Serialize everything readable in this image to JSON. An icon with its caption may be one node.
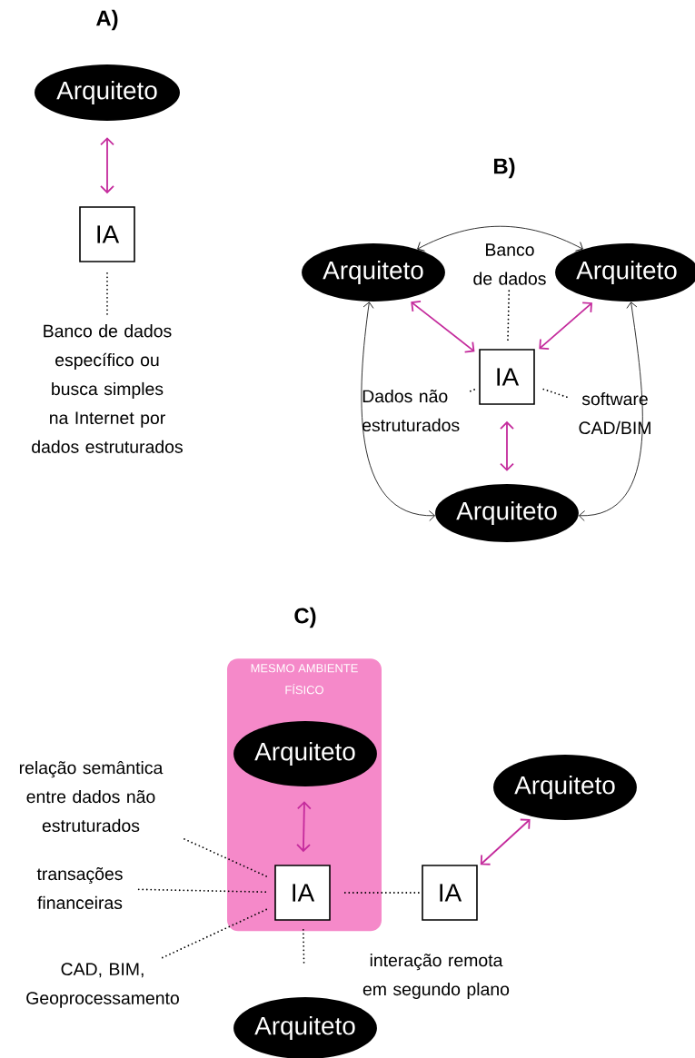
{
  "diagram": {
    "nodes": [
      {
        "text": [
          "Arquiteto"
        ]
      },
      {
        "text": [
          "IA"
        ]
      },
      {
        "text": [
          "Banco de dados específico ou busca simples na Internet por dados estruturados"
        ]
      },
      {
        "text": [
          "Arquiteto"
        ]
      },
      {
        "text": [
          "Arquiteto"
        ]
      },
      {
        "text": [
          "IA"
        ]
      },
      {
        "text": [
          "Arquiteto"
        ]
      },
      {
        "text": [
          "Banco de dados"
        ]
      },
      {
        "text": [
          "Dados não estruturados"
        ]
      },
      {
        "text": [
          "software CAD/BIM"
        ]
      },
      {
        "text": [
          "MESMO AMBIENTE FÍSICO"
        ]
      },
      {
        "text": [
          "Arquiteto"
        ],
        "in": 10
      },
      {
        "text": [
          "IA"
        ],
        "in": 10
      },
      {
        "text": [
          "IA"
        ]
      },
      {
        "text": [
          "Arquiteto"
        ]
      },
      {
        "text": [
          "Arquiteto"
        ]
      },
      {
        "text": [
          "relação semântica entre dados não estruturados"
        ]
      },
      {
        "text": [
          "transações financeiras"
        ]
      },
      {
        "text": [
          "CAD, BIM, Geoprocessamento"
        ]
      }
    ],
    "edges": [
      {
        "from": 0,
        "to": 1,
        "arrow": "both",
        "color": "#c42a9c"
      },
      {
        "from": 1,
        "to": 2,
        "arrow": "none",
        "style": "dashed"
      },
      {
        "from": 3,
        "to": 4,
        "arrow": "both"
      },
      {
        "from": 3,
        "to": 6,
        "arrow": "both"
      },
      {
        "from": 4,
        "to": 6,
        "arrow": "both"
      },
      {
        "from": 3,
        "to": 5,
        "arrow": "both",
        "color": "#c42a9c"
      },
      {
        "from": 4,
        "to": 5,
        "arrow": "both",
        "color": "#c42a9c"
      },
      {
        "from": 5,
        "to": 6,
        "arrow": "both",
        "color": "#c42a9c"
      },
      {
        "from": 5,
        "to": 7,
        "arrow": "none",
        "style": "dashed"
      },
      {
        "from": 5,
        "to": 8,
        "arrow": "none",
        "style": "dashed"
      },
      {
        "from": 5,
        "to": 9,
        "arrow": "none",
        "style": "dashed"
      },
      {
        "from": 11,
        "to": 12,
        "arrow": "both",
        "color": "#c42a9c"
      },
      {
        "from": 12,
        "to": 13,
        "arrow": "none",
        "style": "dashed",
        "label": "interação remota em segundo plano"
      },
      {
        "from": 13,
        "to": 14,
        "arrow": "both",
        "color": "#c42a9c"
      },
      {
        "from": 12,
        "to": 15,
        "arrow": "none",
        "style": "dashed"
      },
      {
        "from": 12,
        "to": 16,
        "arrow": "none",
        "style": "dashed"
      },
      {
        "from": 12,
        "to": 17,
        "arrow": "none",
        "style": "dashed"
      },
      {
        "from": 12,
        "to": 18,
        "arrow": "none",
        "style": "dashed"
      }
    ],
    "labels": [
      "A)",
      "B)",
      "C)"
    ]
  }
}
